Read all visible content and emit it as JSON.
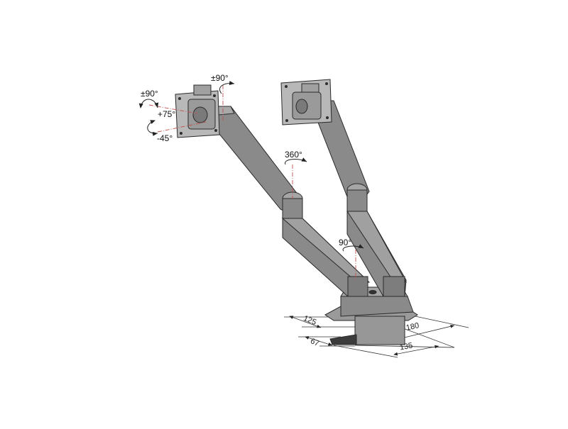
{
  "diagram": {
    "subject": "Dual monitor arm, gas spring, desk clamp mount",
    "colors": {
      "arm_fill": "#8a8a8a",
      "arm_dark": "#5f5f5f",
      "arm_light": "#a9a9a9",
      "outline": "#2a2a2a",
      "axis_line": "#c0504d",
      "background": "#ffffff"
    },
    "rotation_labels": {
      "tilt_horizontal": "±90°",
      "swivel_top": "±90°",
      "tilt_up": "+75°",
      "tilt_down": "-45°",
      "elbow_rotation": "360°",
      "base_rotation": "90°"
    },
    "dimensions": {
      "clamp_depth": "125",
      "clamp_height": "67",
      "base_width": "180",
      "base_depth": "135"
    }
  }
}
